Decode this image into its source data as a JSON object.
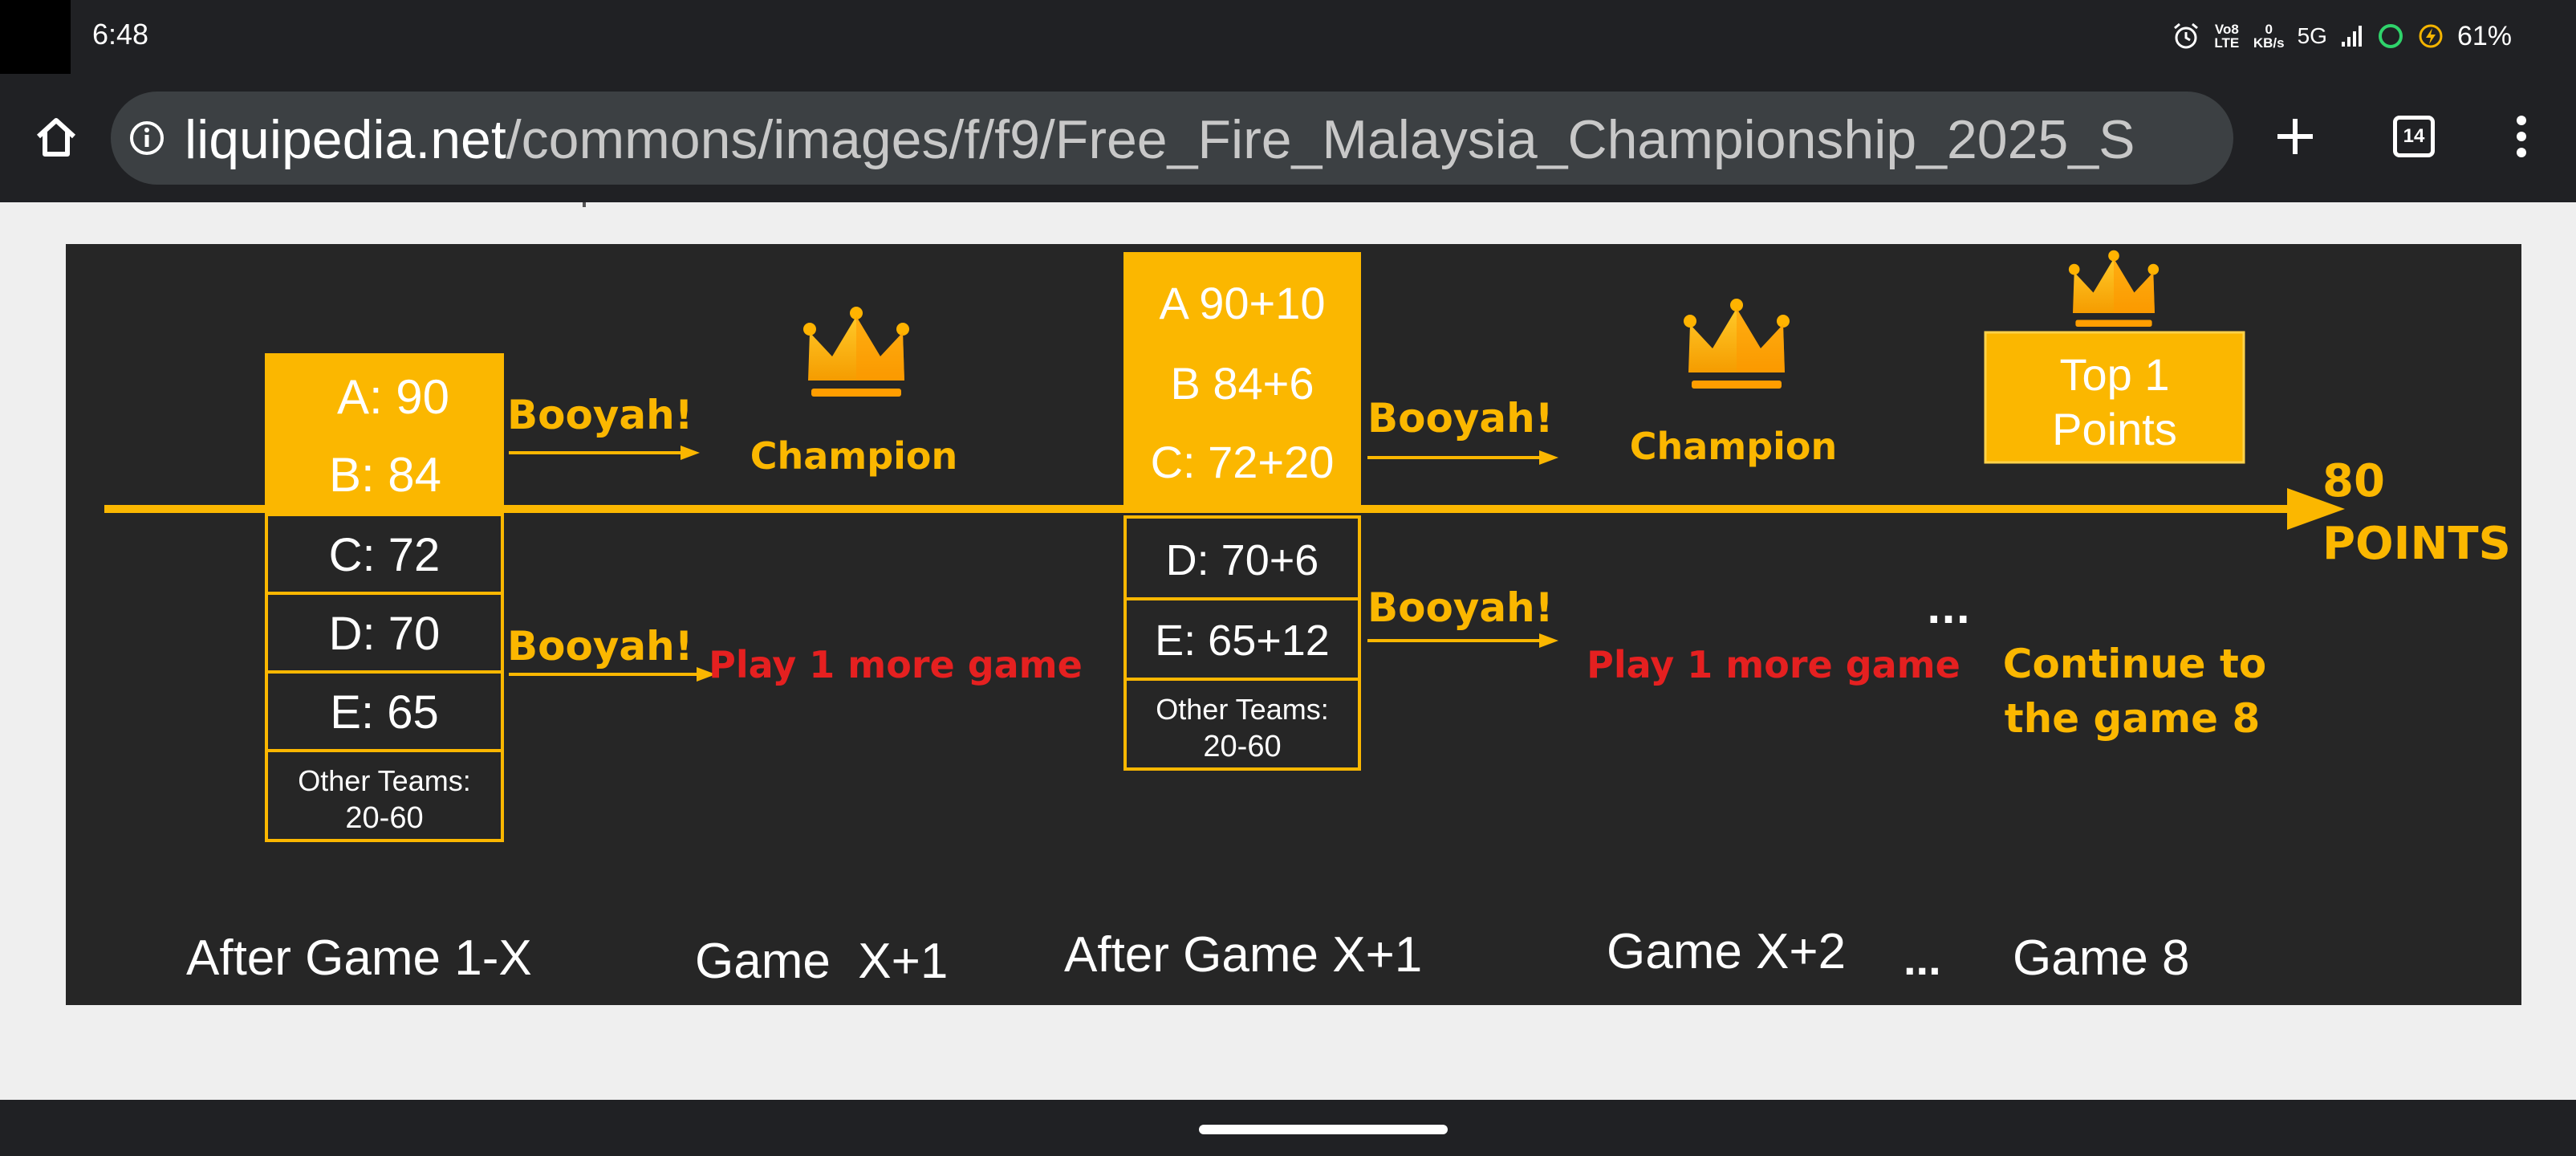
{
  "status_bar": {
    "time": "6:48",
    "volte_label": "Vo8 LTE",
    "net_speed_value": "0",
    "net_speed_unit": "KB/s",
    "network": "5G",
    "battery": "61%",
    "icons": [
      "alarm-icon",
      "signal-icon",
      "data-saver-icon",
      "battery-saver-icon"
    ]
  },
  "browser": {
    "url_domain": "liquipedia.net",
    "url_path": "/commons/images/f/f9/Free_Fire_Malaysia_Championship_2025_S",
    "tab_count": "14",
    "icons": [
      "home-icon",
      "info-icon",
      "plus-icon",
      "tab-switcher-icon",
      "more-vert-icon"
    ]
  },
  "diagram": {
    "colors": {
      "background": "#262626",
      "accent": "#fbb700",
      "red": "#e52020",
      "white": "#ffffff"
    },
    "stage1": {
      "highlight_rows": [
        "A: 90",
        "B: 84"
      ],
      "rows": [
        "C: 72",
        "D: 70",
        "E: 65"
      ],
      "other_label": "Other Teams:",
      "other_range": "20-60"
    },
    "stage2": {
      "highlight_rows": [
        "A 90+10",
        "B 84+6",
        "C: 72+20"
      ],
      "rows": [
        "D: 70+6",
        "E: 65+12"
      ],
      "other_label": "Other Teams:",
      "other_range": "20-60"
    },
    "booyah": "Booyah!",
    "champion": "Champion",
    "play_more": "Play 1 more game",
    "ellipsis": "...",
    "top1_line1": "Top 1",
    "top1_line2": "Points",
    "threshold_line1": "80",
    "threshold_line2": "POINTS",
    "continue_line1": "Continue to",
    "continue_line2": "the game 8",
    "stages": [
      "After Game 1-X",
      "Game  X+1",
      "After Game X+1",
      "Game X+2",
      "...",
      "Game 8"
    ]
  }
}
